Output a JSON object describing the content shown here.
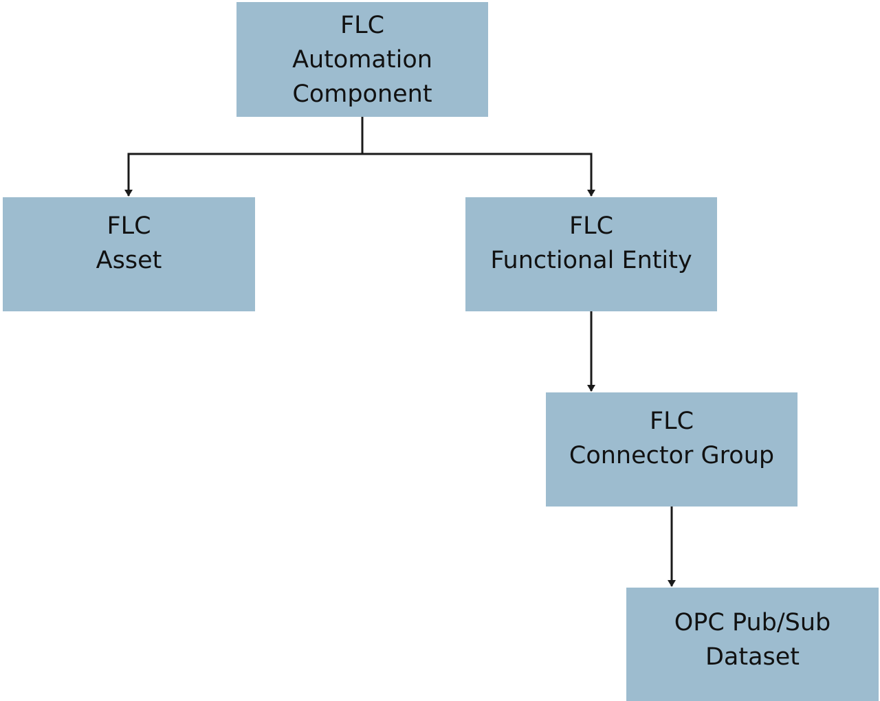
{
  "diagram": {
    "colors": {
      "node_fill": "#9dbccf",
      "connector": "#1a1a1a",
      "text": "#111111"
    },
    "nodes": [
      {
        "id": "automation-component",
        "lines": [
          "FLC",
          "Automation",
          "Component"
        ]
      },
      {
        "id": "asset",
        "lines": [
          "FLC",
          "Asset"
        ]
      },
      {
        "id": "functional-entity",
        "lines": [
          "FLC",
          "Functional Entity"
        ]
      },
      {
        "id": "connector-group",
        "lines": [
          "FLC",
          "Connector Group"
        ]
      },
      {
        "id": "opc-dataset",
        "lines": [
          "OPC Pub/Sub",
          "Dataset"
        ]
      }
    ],
    "edges": [
      {
        "from": "automation-component",
        "to": "asset"
      },
      {
        "from": "automation-component",
        "to": "functional-entity"
      },
      {
        "from": "functional-entity",
        "to": "connector-group"
      },
      {
        "from": "connector-group",
        "to": "opc-dataset"
      }
    ]
  }
}
